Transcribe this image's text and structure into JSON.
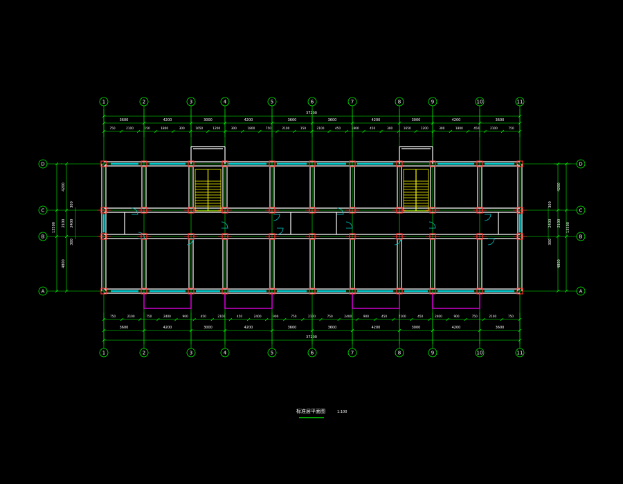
{
  "colors": {
    "background": "#000000",
    "axis": "#00ff00",
    "wall": "#ffffff",
    "window": "#00d0d0",
    "column": "#ff3030",
    "door": "#ff00ff",
    "balcony": "#d000d0",
    "stair": "#ffff00",
    "text": "#ffffff"
  },
  "axes_columns": [
    "1",
    "2",
    "3",
    "4",
    "5",
    "6",
    "7",
    "8",
    "9",
    "10",
    "11"
  ],
  "axes_rows": [
    "D",
    "C",
    "B",
    "A"
  ],
  "dimensions": {
    "top_total": "37200",
    "top_row1": [
      "3600",
      "4200",
      "3000",
      "4200",
      "3600",
      "3600",
      "4200",
      "3000",
      "4200",
      "3600"
    ],
    "top_row2": [
      "750",
      "2100",
      "150",
      "1800",
      "300",
      "1650",
      "1200",
      "300",
      "1800",
      "750",
      "2100",
      "150",
      "2100",
      "450",
      "1800",
      "450",
      "300",
      "1650",
      "1200",
      "300",
      "1800",
      "450",
      "2100",
      "750"
    ],
    "bottom_total": "37200",
    "bottom_row1": [
      "3600",
      "4200",
      "3000",
      "4200",
      "3600",
      "3600",
      "4200",
      "3000",
      "4200",
      "3600"
    ],
    "bottom_row2": [
      "750",
      "2100",
      "750",
      "2400",
      "900",
      "450",
      "2100",
      "450",
      "2400",
      "900",
      "750",
      "2100",
      "750",
      "2400",
      "900",
      "450",
      "2100",
      "450",
      "2400",
      "900",
      "750",
      "2100",
      "750"
    ],
    "left_right": [
      "4200",
      "2100",
      "4800",
      "13500"
    ],
    "side_small": [
      "300",
      "2400",
      "300"
    ]
  },
  "drawing_title": "标准层平面图",
  "drawing_scale": "1:100"
}
